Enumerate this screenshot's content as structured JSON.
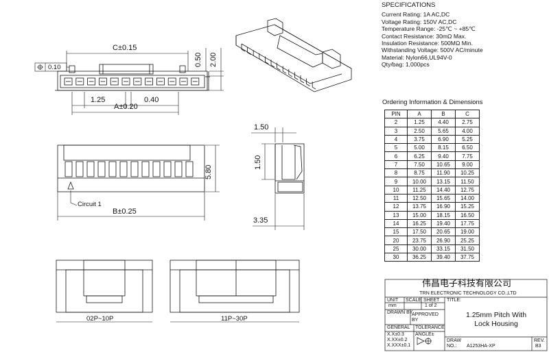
{
  "specifications": {
    "title": "SPECIFICATIONS",
    "lines": [
      "Current Rating: 1A AC,DC",
      "Voltage Rating: 150V AC,DC",
      "Temperature Range: -25℃ ~ +85℃",
      "Contact Resistance: 30mΩ Max.",
      "Insulation Resistance: 500MΩ Min.",
      "Withstanding Voltage: 500V AC/minute",
      "Material: Nylon66,UL94V-0",
      "Qty/bag: 1,000pcs"
    ]
  },
  "ordering": {
    "title": "Ordering Information & Dimensions",
    "headers": [
      "PIN",
      "A",
      "B",
      "C"
    ],
    "rows": [
      [
        "2",
        "1.25",
        "4.40",
        "2.75"
      ],
      [
        "3",
        "2.50",
        "5.65",
        "4.00"
      ],
      [
        "4",
        "3.75",
        "6.90",
        "5.25"
      ],
      [
        "5",
        "5.00",
        "8.15",
        "6.50"
      ],
      [
        "6",
        "6.25",
        "9.40",
        "7.75"
      ],
      [
        "7",
        "7.50",
        "10.65",
        "9.00"
      ],
      [
        "8",
        "8.75",
        "11.90",
        "10.25"
      ],
      [
        "9",
        "10.00",
        "13.15",
        "11.50"
      ],
      [
        "10",
        "11.25",
        "14.40",
        "12.75"
      ],
      [
        "11",
        "12.50",
        "15.65",
        "14.00"
      ],
      [
        "12",
        "13.75",
        "16.90",
        "15.25"
      ],
      [
        "13",
        "15.00",
        "18.15",
        "16.50"
      ],
      [
        "14",
        "16.25",
        "19.40",
        "17.75"
      ],
      [
        "15",
        "17.50",
        "20.65",
        "19.00"
      ],
      [
        "20",
        "23.75",
        "26.90",
        "25.25"
      ],
      [
        "25",
        "30.00",
        "33.15",
        "31.50"
      ],
      [
        "30",
        "36.25",
        "39.40",
        "37.75"
      ]
    ]
  },
  "dimensions": {
    "c": "C±0.15",
    "a": "A±0.20",
    "b": "B±0.25",
    "pitch": "1.25",
    "pin_gap": "0.40",
    "tol_box": "0.10",
    "h050": "0.50",
    "h200": "2.00",
    "h580": "5.80",
    "s150a": "1.50",
    "s150b": "1.50",
    "s335": "3.35",
    "circuit": "Circuit 1",
    "bottom_left": "02P~10P",
    "bottom_right": "11P~30P"
  },
  "title_block": {
    "company_cn": "伟昌电子科技有限公司",
    "company_en": "TRN ELECTRONIC TECHNOLOGY CO.,LTD",
    "unit_label": "UNIT",
    "unit_value": "mm",
    "scale_label": "SCALE",
    "sheet_label": "SHEET",
    "sheet_value": "1 of 2",
    "title_label": "TITLE:",
    "title_line1": "1.25mm Pitch With",
    "title_line2": "Lock Housing",
    "drawn_by": "DRAWN BY",
    "approved_by": "APPROVED BY",
    "general": "GENERAL",
    "tolerance": "TOLERANCE",
    "tol1": "X.X±0.3",
    "tol2": "X.XX±0.2",
    "tol3": "X.XXX±0.1",
    "angle": "ANGLE±",
    "draw_label": "DRAW",
    "no_label": "NO.:",
    "draw_no": "A1253HA-XP",
    "rev_label": "REV.",
    "rev_value": "B3"
  }
}
